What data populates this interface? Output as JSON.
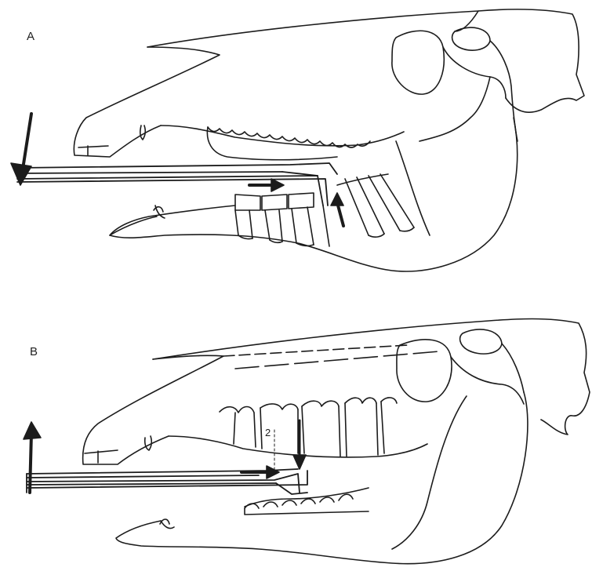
{
  "figure": {
    "panels": [
      {
        "label": "A",
        "markers": []
      },
      {
        "label": "B",
        "markers": [
          "2"
        ]
      }
    ],
    "colors": {
      "ink": "#1c1c1c",
      "background": "#ffffff"
    }
  }
}
